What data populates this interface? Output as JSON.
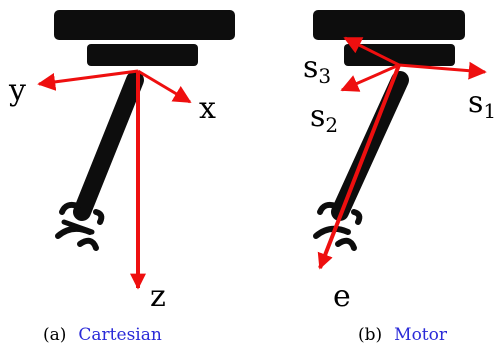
{
  "colors": {
    "robot": "#0d0d0d",
    "arrow": "#ee0f0f",
    "caption_link": "#2a2ad8",
    "text": "#000000"
  },
  "left_panel": {
    "labels": {
      "y": "y",
      "x": "x",
      "z": "z"
    },
    "caption": {
      "prefix": "(a)",
      "link": "Cartesian"
    }
  },
  "right_panel": {
    "labels": {
      "s3": "s",
      "s3_sub": "3",
      "s2": "s",
      "s2_sub": "2",
      "s1": "s",
      "s1_sub": "1",
      "e": "e"
    },
    "caption": {
      "prefix": "(b)",
      "link": "Motor"
    }
  }
}
